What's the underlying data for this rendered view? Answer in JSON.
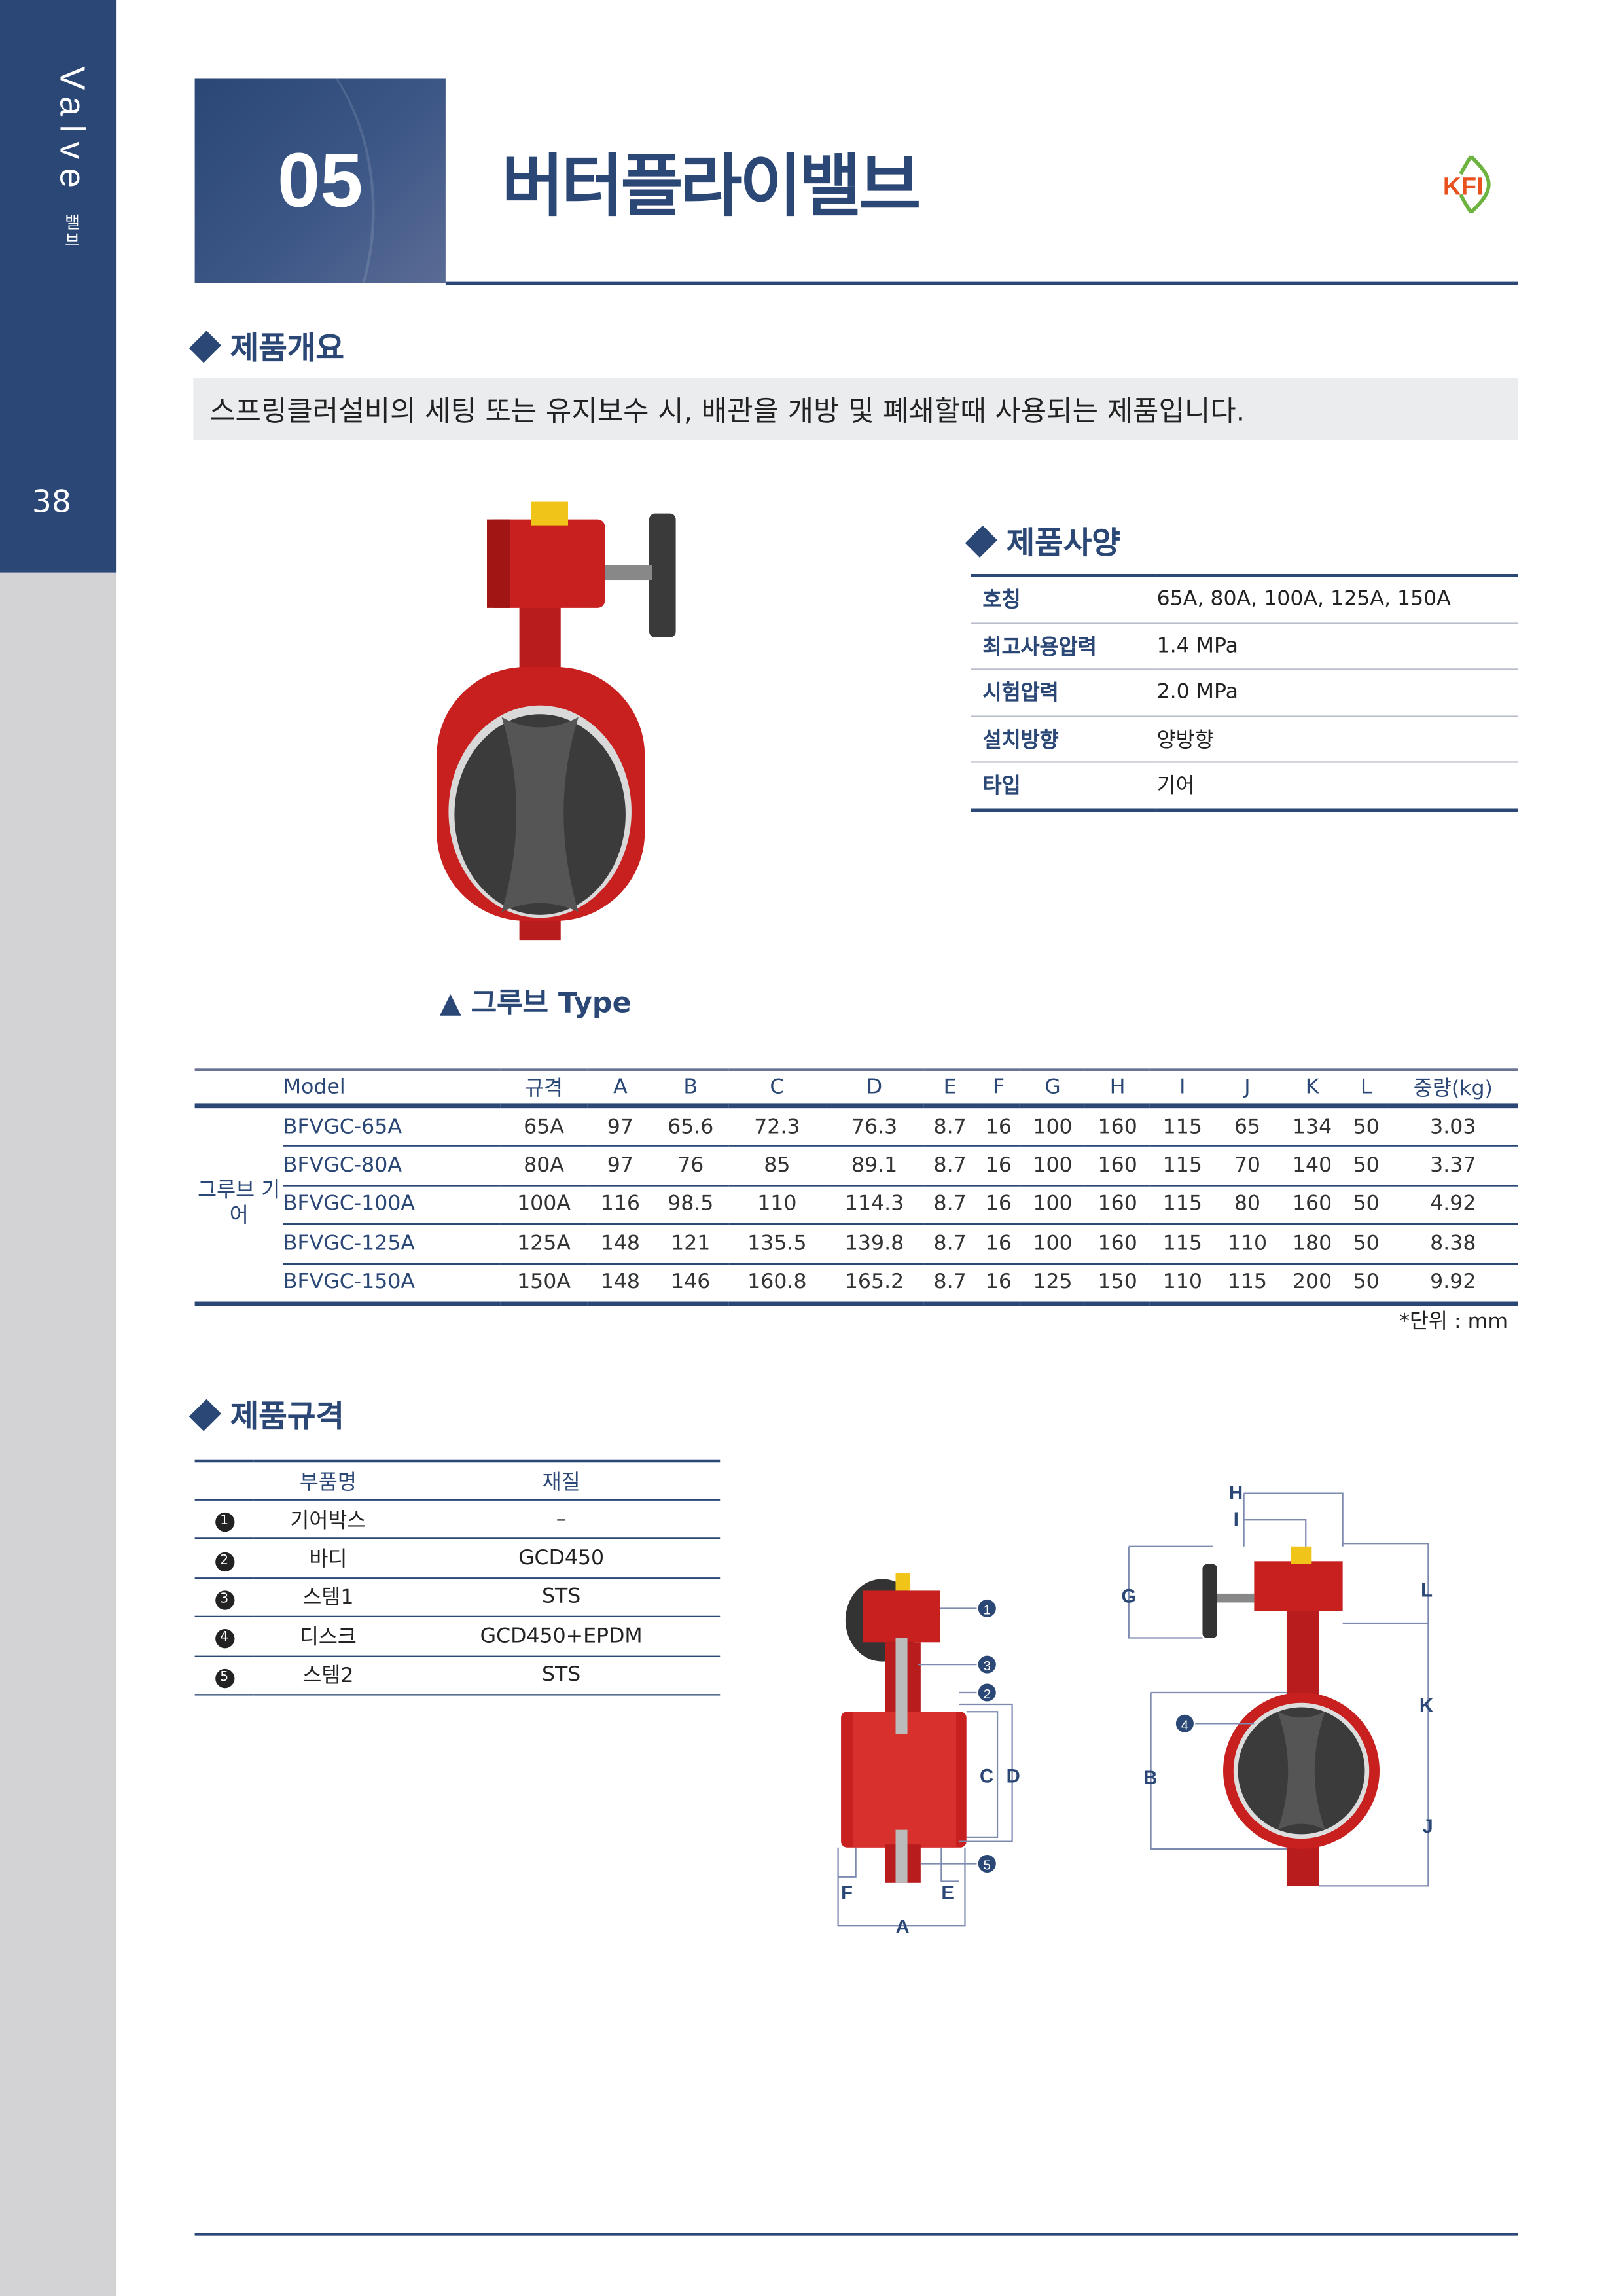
{
  "sidebar": {
    "label": "Valve",
    "sublabel": "밸브",
    "page_number": "38"
  },
  "header": {
    "number": "05",
    "title": "버터플라이밸브",
    "logo": "KFI"
  },
  "overview": {
    "heading": "제품개요",
    "text": "스프링클러설비의 세팅 또는 유지보수 시, 배관을 개방 및 폐쇄할때  사용되는 제품입니다."
  },
  "product_image": {
    "caption": "▲ 그루브 Type"
  },
  "spec": {
    "heading": "제품사양",
    "rows": [
      {
        "label": "호칭",
        "value": "65A, 80A, 100A, 125A, 150A"
      },
      {
        "label": "최고사용압력",
        "value": "1.4 MPa"
      },
      {
        "label": "시험압력",
        "value": "2.0 MPa"
      },
      {
        "label": "설치방향",
        "value": "양방향"
      },
      {
        "label": "타입",
        "value": "기어"
      }
    ]
  },
  "dimensions": {
    "group": "그루브 기어",
    "columns": [
      "Model",
      "규격",
      "A",
      "B",
      "C",
      "D",
      "E",
      "F",
      "G",
      "H",
      "I",
      "J",
      "K",
      "L",
      "중량(kg)"
    ],
    "rows": [
      [
        "BFVGC-65A",
        "65A",
        "97",
        "65.6",
        "72.3",
        "76.3",
        "8.7",
        "16",
        "100",
        "160",
        "115",
        "65",
        "134",
        "50",
        "3.03"
      ],
      [
        "BFVGC-80A",
        "80A",
        "97",
        "76",
        "85",
        "89.1",
        "8.7",
        "16",
        "100",
        "160",
        "115",
        "70",
        "140",
        "50",
        "3.37"
      ],
      [
        "BFVGC-100A",
        "100A",
        "116",
        "98.5",
        "110",
        "114.3",
        "8.7",
        "16",
        "100",
        "160",
        "115",
        "80",
        "160",
        "50",
        "4.92"
      ],
      [
        "BFVGC-125A",
        "125A",
        "148",
        "121",
        "135.5",
        "139.8",
        "8.7",
        "16",
        "100",
        "160",
        "115",
        "110",
        "180",
        "50",
        "8.38"
      ],
      [
        "BFVGC-150A",
        "150A",
        "148",
        "146",
        "160.8",
        "165.2",
        "8.7",
        "16",
        "125",
        "150",
        "110",
        "115",
        "200",
        "50",
        "9.92"
      ]
    ],
    "unit": "*단위 : mm"
  },
  "parts": {
    "heading": "제품규격",
    "columns": [
      "부품명",
      "재질"
    ],
    "rows": [
      {
        "no": "1",
        "name": "기어박스",
        "material": "–"
      },
      {
        "no": "2",
        "name": "바디",
        "material": "GCD450"
      },
      {
        "no": "3",
        "name": "스템1",
        "material": "STS"
      },
      {
        "no": "4",
        "name": "디스크",
        "material": "GCD450+EPDM"
      },
      {
        "no": "5",
        "name": "스템2",
        "material": "STS"
      }
    ]
  },
  "diagram": {
    "labels": {
      "n1": "1",
      "n2": "2",
      "n3": "3",
      "n4": "4",
      "n5": "5",
      "A": "A",
      "B": "B",
      "C": "C",
      "D": "D",
      "E": "E",
      "F": "F",
      "G": "G",
      "H": "H",
      "I": "I",
      "J": "J",
      "K": "K",
      "L": "L"
    }
  },
  "colors": {
    "brand": "#2a4775",
    "valve_red": "#c8201f",
    "sidebar_gray": "#d3d3d5"
  }
}
